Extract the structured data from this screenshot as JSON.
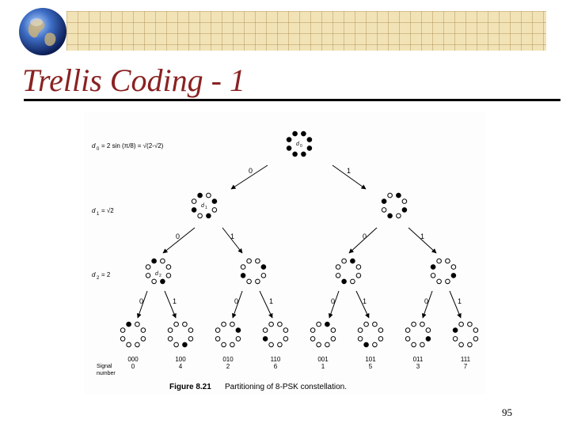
{
  "slide": {
    "title": "Trellis Coding - 1",
    "page_number": "95"
  },
  "figure": {
    "caption_label": "Figure 8.21",
    "caption_text": "Partitioning of 8-PSK constellation.",
    "eq_d0_lhs": "d",
    "eq_d0_sub": "0",
    "eq_d0_rhs": "= 2 sin (π/8) = √(2-√2)",
    "eq_d1_lhs": "d",
    "eq_d1_sub": "1",
    "eq_d1_rhs": "= √2",
    "eq_d2_lhs": "d",
    "eq_d2_sub": "2",
    "eq_d2_rhs": "= 2",
    "node_d0": "d",
    "node_d0_sub": "0",
    "node_d1": "d",
    "node_d1_sub": "1",
    "node_d2": "d",
    "node_d2_sub": "2",
    "signal_number_label_1": "Signal",
    "signal_number_label_2": "number",
    "branch_labels": {
      "l1_left": "0",
      "l1_right": "1",
      "l2_a_left": "0",
      "l2_a_right": "1",
      "l2_b_left": "0",
      "l2_b_right": "1",
      "l3_a_left": "0",
      "l3_a_right": "1",
      "l3_b_left": "0",
      "l3_b_right": "1",
      "l3_c_left": "0",
      "l3_c_right": "1",
      "l3_d_left": "0",
      "l3_d_right": "1"
    },
    "leaves": [
      {
        "code": "000",
        "num": "0",
        "filled_index": 0
      },
      {
        "code": "100",
        "num": "4",
        "filled_index": 4
      },
      {
        "code": "010",
        "num": "2",
        "filled_index": 2
      },
      {
        "code": "110",
        "num": "6",
        "filled_index": 6
      },
      {
        "code": "001",
        "num": "1",
        "filled_index": 1
      },
      {
        "code": "101",
        "num": "5",
        "filled_index": 5
      },
      {
        "code": "011",
        "num": "3",
        "filled_index": 3
      },
      {
        "code": "111",
        "num": "7",
        "filled_index": 7
      }
    ]
  }
}
